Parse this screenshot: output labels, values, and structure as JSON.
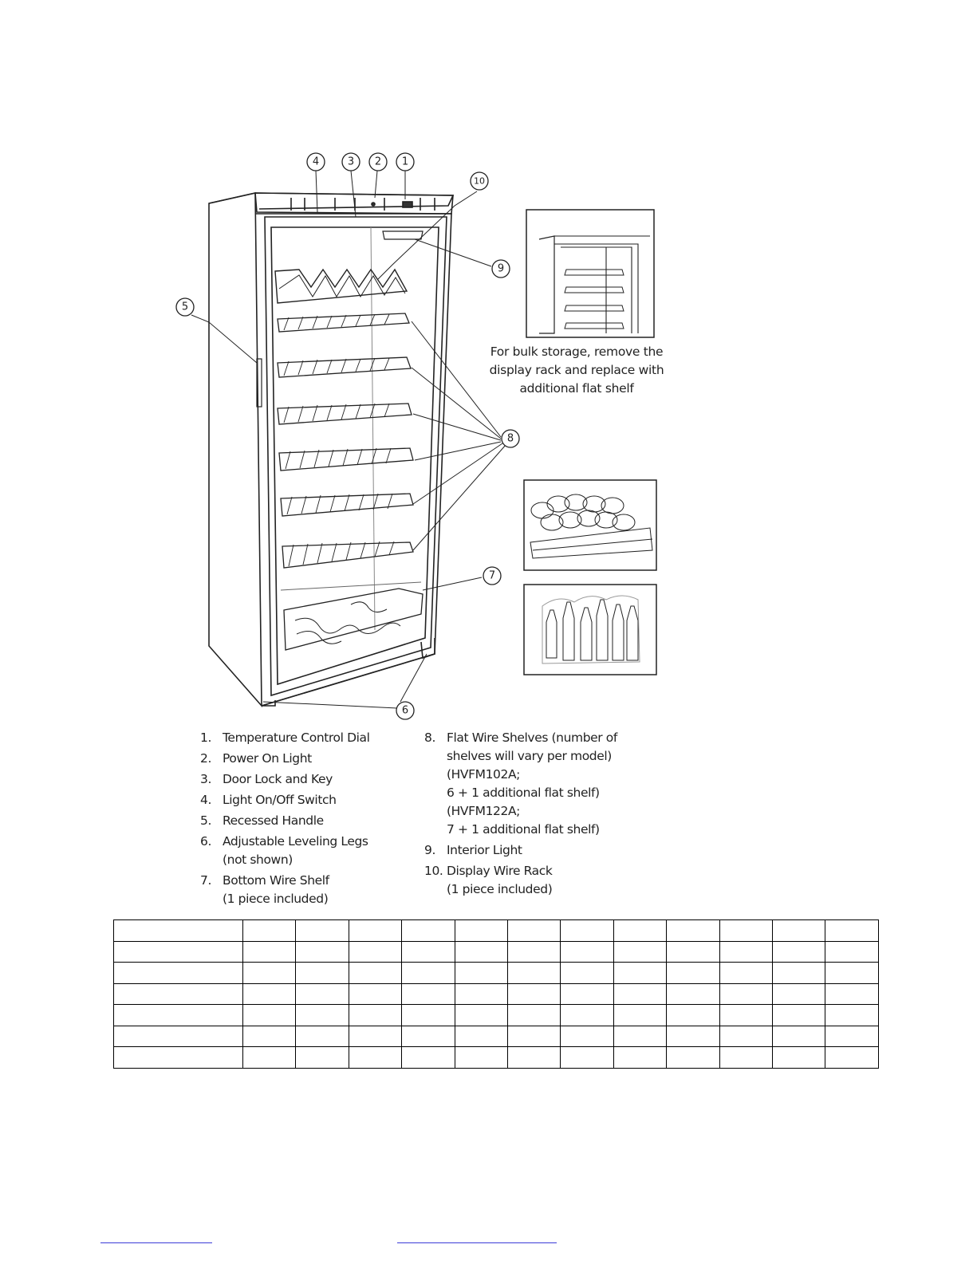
{
  "callouts": [
    "1",
    "2",
    "3",
    "4",
    "5",
    "6",
    "7",
    "8",
    "9",
    "10"
  ],
  "inset_caption": [
    "For bulk storage, remove the",
    "display rack and replace with",
    "additional flat shelf"
  ],
  "parts_left": [
    {
      "num": "1.",
      "label": "Temperature Control Dial"
    },
    {
      "num": "2.",
      "label": "Power On Light"
    },
    {
      "num": "3.",
      "label": "Door Lock and Key"
    },
    {
      "num": "4.",
      "label": "Light On/Off Switch"
    },
    {
      "num": "5.",
      "label": "Recessed Handle"
    },
    {
      "num": "6.",
      "label": "Adjustable Leveling Legs",
      "sub": "(not shown)"
    },
    {
      "num": "7.",
      "label": "Bottom Wire Shelf",
      "sub": "(1 piece included)"
    }
  ],
  "parts_right": [
    {
      "num": "8.",
      "label": "Flat Wire Shelves (number of",
      "sub_lines": [
        "shelves will vary per model)",
        "(HVFM102A;",
        "6 + 1 additional flat shelf)",
        "(HVFM122A;",
        "7 + 1 additional flat shelf)"
      ]
    },
    {
      "num": "9.",
      "label": "Interior Light"
    },
    {
      "num": "10.",
      "label": "Display Wire Rack",
      "sub": "(1 piece included)"
    }
  ],
  "table": {
    "rows": 7,
    "cols": 13
  }
}
